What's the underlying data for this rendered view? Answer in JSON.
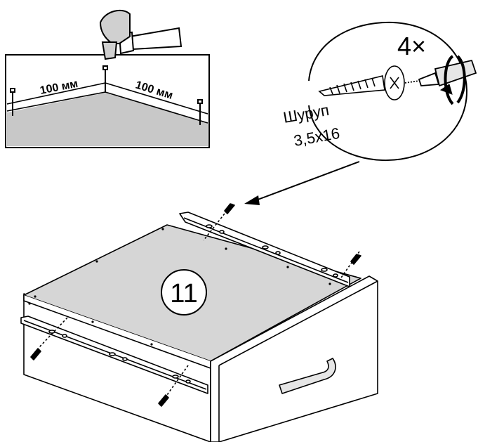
{
  "inset_top_left": {
    "dimension_left": "100 мм",
    "dimension_right": "100 мм"
  },
  "inset_screw": {
    "quantity": "4×",
    "part_name": "Шуруп",
    "part_size": "3,5x16"
  },
  "step_number": "11",
  "colors": {
    "line": "#000000",
    "panel_fill": "#d6d6d6",
    "floor_fill": "#c8c8c8",
    "handle_fill": "#e6e6e6"
  },
  "icons": [
    "hammer-icon",
    "screwdriver-icon",
    "rotate-clockwise-icon",
    "screw-icon"
  ]
}
